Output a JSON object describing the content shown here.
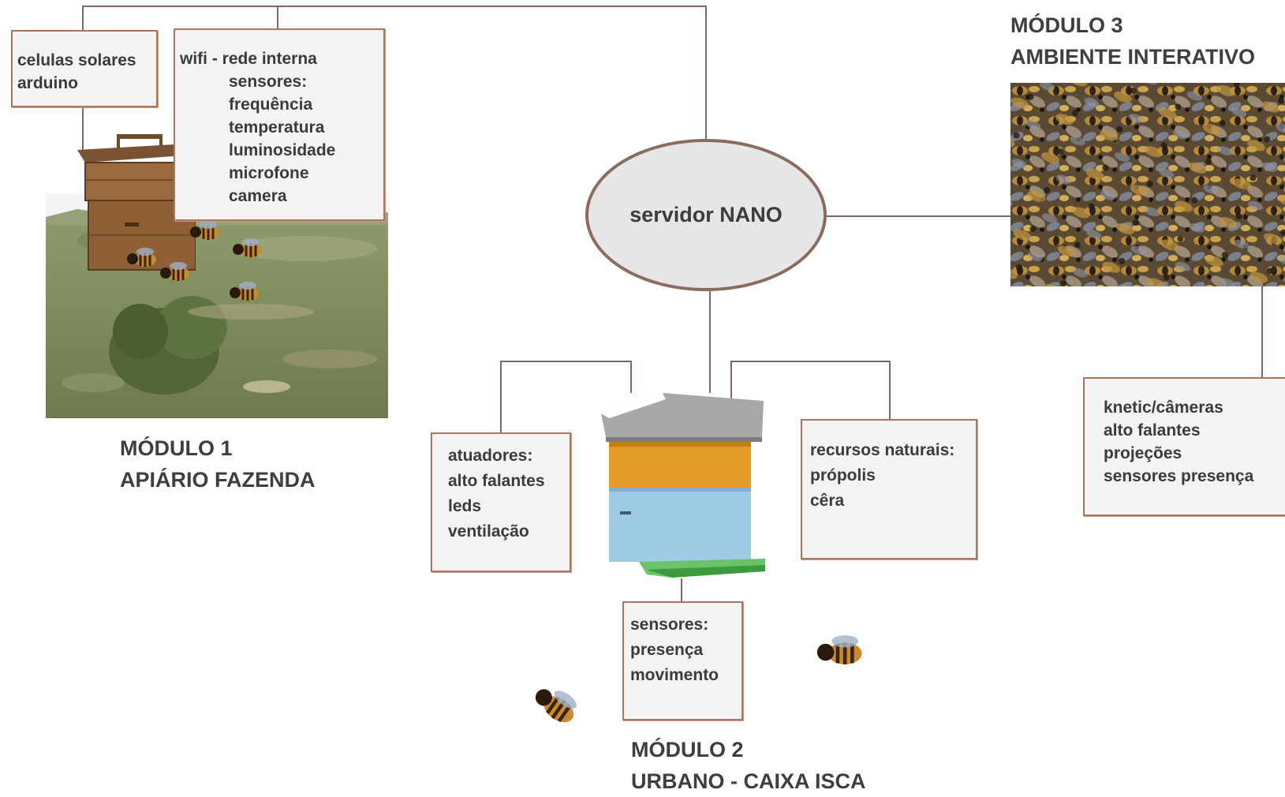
{
  "server": {
    "label": "servidor NANO"
  },
  "module1": {
    "title_line1": "MÓDULO 1",
    "title_line2": "APIÁRIO FAZENDA",
    "box_power": [
      "celulas solares",
      "arduino"
    ],
    "box_wifi": {
      "header": "wifi - rede interna",
      "items": [
        "sensores:",
        "frequência",
        "temperatura",
        "luminosidade",
        "microfone",
        "camera"
      ]
    }
  },
  "module2": {
    "title_line1": "MÓDULO 2",
    "title_line2": "URBANO - CAIXA ISCA",
    "box_actuators": [
      "atuadores:",
      "alto falantes",
      "leds",
      "ventilação"
    ],
    "box_resources": [
      "recursos naturais:",
      "própolis",
      "cêra"
    ],
    "box_sensors": [
      "sensores:",
      "presença",
      "movimento"
    ]
  },
  "module3": {
    "title_line1": "MÓDULO 3",
    "title_line2": "AMBIENTE INTERATIVO",
    "box_devices": [
      "knetic/câmeras",
      "alto falantes",
      "projeções",
      "sensores presença"
    ]
  },
  "colors": {
    "connector": "#7a6a62",
    "box_border": "#a8765d",
    "box_fill": "#f3f3f3",
    "server_fill": "#e6e6e6"
  }
}
